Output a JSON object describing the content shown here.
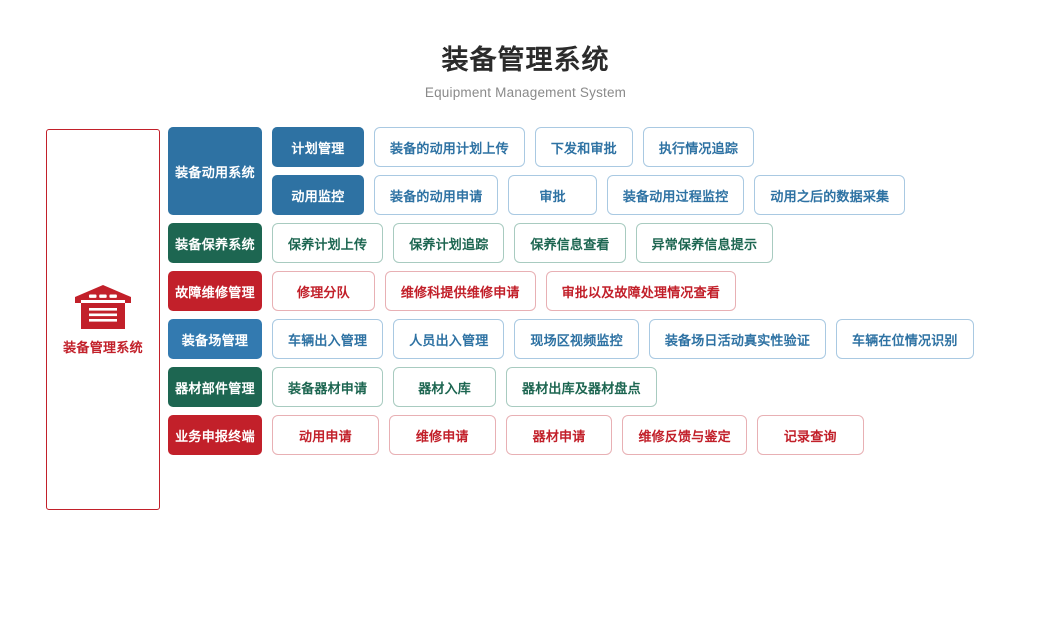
{
  "header": {
    "title": "装备管理系统",
    "subtitle": "Equipment Management System"
  },
  "left_panel": {
    "icon": "warehouse-icon",
    "label": "装备管理系统",
    "border_color": "#c2202a",
    "text_color": "#c2202a"
  },
  "colors": {
    "blue_dark": "#2e72a3",
    "blue_light": "#337ab0",
    "green": "#1d6651",
    "red": "#c2202a",
    "card_border_blue": "#a9c9e2",
    "card_border_green": "#a8cbc0",
    "card_border_red": "#e8b0b4",
    "title": "#2b2b2b",
    "subtitle": "#8a8a8a"
  },
  "rows": [
    {
      "category": "装备动用系统",
      "theme": "blue",
      "label_color": "#2e72a3",
      "subgroups": [
        {
          "sub_label": "计划管理",
          "sub_color": "#2e72a3",
          "cards": [
            "装备的动用计划上传",
            "下发和审批",
            "执行情况追踪"
          ]
        },
        {
          "sub_label": "动用监控",
          "sub_color": "#2e72a3",
          "cards": [
            "装备的动用申请",
            "审批",
            "装备动用过程监控",
            "动用之后的数据采集"
          ]
        }
      ]
    },
    {
      "category": "装备保养系统",
      "theme": "green",
      "label_color": "#1d6651",
      "cards": [
        "保养计划上传",
        "保养计划追踪",
        "保养信息查看",
        "异常保养信息提示"
      ]
    },
    {
      "category": "故障维修管理",
      "theme": "red",
      "label_color": "#c2202a",
      "cards": [
        "修理分队",
        "维修科提供维修申请",
        "审批以及故障处理情况查看"
      ]
    },
    {
      "category": "装备场管理",
      "theme": "blue",
      "label_color": "#337ab0",
      "cards": [
        "车辆出入管理",
        "人员出入管理",
        "现场区视频监控",
        "装备场日活动真实性验证",
        "车辆在位情况识别"
      ]
    },
    {
      "category": "器材部件管理",
      "theme": "green",
      "label_color": "#1d6651",
      "cards": [
        "装备器材申请",
        "器材入库",
        "器材出库及器材盘点"
      ]
    },
    {
      "category": "业务申报终端",
      "theme": "red",
      "label_color": "#c2202a",
      "cards": [
        "动用申请",
        "维修申请",
        "器材申请",
        "维修反馈与鉴定",
        "记录查询"
      ]
    }
  ]
}
